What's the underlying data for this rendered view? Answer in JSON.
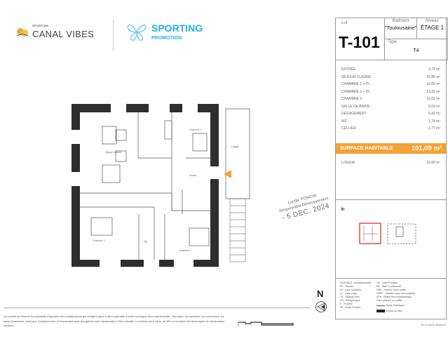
{
  "logos": {
    "canal_small": "SPORTING",
    "canal_big": "CANAL VIBES",
    "promo_top": "SPORTING",
    "promo_bottom": "PROMOTION"
  },
  "header": {
    "lot_label": "Lot",
    "lot_value": "T-101",
    "batiment_label": "Batiment",
    "batiment_value": "\"Toulousaine\"",
    "niveau_label": "Niveau",
    "niveau_value": "ÉTAGE 1",
    "type_label": "Type",
    "type_value": "T4"
  },
  "rooms": [
    {
      "name": "ENTRÉE",
      "area": "3,73 m²"
    },
    {
      "name": "SÉJOUR CUISINE",
      "area": "41,86 m²"
    },
    {
      "name": "CHAMBRE 1 + PL.",
      "area": "16,06 m²"
    },
    {
      "name": "CHAMBRE 2 + PL.",
      "area": "13,29 m²"
    },
    {
      "name": "CHAMBRE 3",
      "area": "11,02 m²"
    },
    {
      "name": "SALLE DE BAINS",
      "area": "5,59 m²"
    },
    {
      "name": "DÉGAGEMENT",
      "area": "5,42 m²"
    },
    {
      "name": "WC",
      "area": "1,74 m²"
    },
    {
      "name": "CELLIER",
      "area": "2,77 m²"
    }
  ],
  "surface": {
    "label": "SURFACE HABITABLE",
    "value": "101,09 m²"
  },
  "loggia": {
    "name": "LOGGIA",
    "area": "18,06 m²"
  },
  "plan_labels": {
    "sejour": "Séjour Cuisine",
    "ch1": "Chambre 1",
    "ch2": "Chambre 2",
    "ch3": "Chambre 3",
    "dgt": "Dgt",
    "loggia": "Loggia",
    "entree": "Entrée"
  },
  "stamp": {
    "name": "Lucille PONCIN",
    "role": "Responsable Développement",
    "date": "- 5 DEC. 2024"
  },
  "legend": {
    "col1": [
      "LEGENDE : (emplacement)",
      "PL : Placard",
      "LV : Lave Vaisselle",
      "LL : Lave Linge",
      "TE : Tableau Elec",
      "FR : Réfrigérateur",
      "F : Fenêtre",
      "PF : Porte Fenêtre"
    ],
    "col2": [
      "VR : Volet Roulant",
      "BC : Baie Coulissante",
      "HSS : Hauteur sous soffite",
      "HSPF : Hauteur sous faux-plafond",
      "BTH : Ballon thermodynamique",
      "Faux plafond ou soffite",
      "Gaine Technique",
      "Poteau ou Mur"
    ]
  },
  "north": "N",
  "disclaimer": "La société se réserve la possibilité d'apporter des modifications qui seraient dues à des impératifs d'ordre technique et/ou administratif : les côtes, les surfaces, les ouvertures, les sens d'ouverture, ainsi que l'emplacement et l'encombrement des gaines sont mentionnés à titre indicatif. La surface peut varier de 5% en fonction des techniques de construction choisies.",
  "version": "04-12-2024  version 2",
  "colors": {
    "accent": "#f4a233",
    "brand": "#2ab0e0",
    "keyplan": "#e02020"
  }
}
